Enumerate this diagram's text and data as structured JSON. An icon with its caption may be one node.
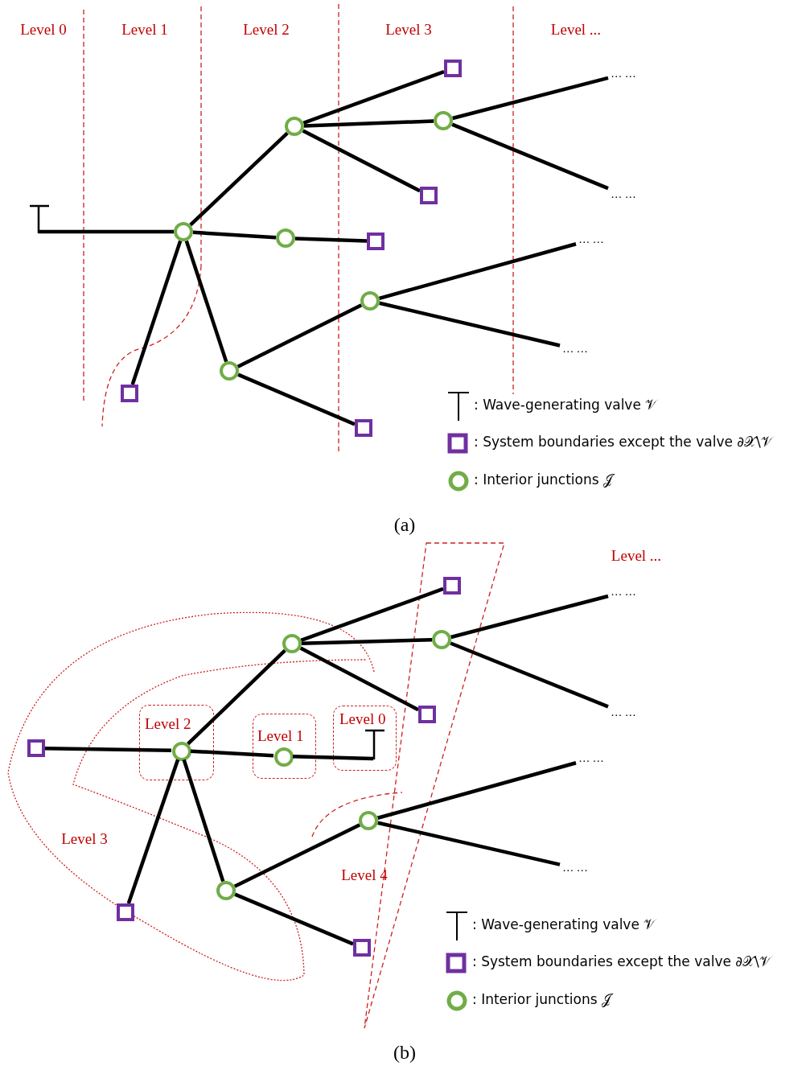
{
  "diagram": {
    "nodes": [
      {
        "text": [],
        "shape": "bar"
      },
      {
        "text": [],
        "shape": "circle"
      },
      {
        "text": [],
        "shape": "circle"
      },
      {
        "text": [],
        "shape": "box"
      },
      {
        "text": [],
        "shape": "circle"
      },
      {
        "text": [
          "… …"
        ]
      },
      {
        "text": [
          "… …"
        ]
      },
      {
        "text": [],
        "shape": "box"
      },
      {
        "text": [],
        "shape": "circle"
      },
      {
        "text": [],
        "shape": "box"
      },
      {
        "text": [],
        "shape": "circle"
      },
      {
        "text": [
          "… …"
        ]
      },
      {
        "text": [
          "… …"
        ]
      },
      {
        "text": [],
        "shape": "circle"
      },
      {
        "text": [],
        "shape": "box"
      },
      {
        "text": [],
        "shape": "box"
      },
      {
        "text": [],
        "shape": "box"
      },
      {
        "text": [
          "… …"
        ]
      },
      {
        "text": [],
        "shape": "circle"
      },
      {
        "text": [],
        "shape": "circle"
      },
      {
        "text": [
          "… …"
        ]
      },
      {
        "text": [],
        "shape": "box"
      },
      {
        "text": [
          "Level 2"
        ]
      },
      {
        "text": [],
        "shape": "circle",
        "in": 22
      },
      {
        "text": [
          "Level 1"
        ]
      },
      {
        "text": [],
        "shape": "circle",
        "in": 24
      },
      {
        "text": [
          "Level 0"
        ]
      },
      {
        "text": [],
        "shape": "bar",
        "in": 26
      },
      {
        "text": [],
        "shape": "box"
      },
      {
        "text": [
          "… …"
        ]
      },
      {
        "text": [],
        "shape": "circle"
      },
      {
        "text": [
          "… …"
        ]
      },
      {
        "text": [],
        "shape": "circle"
      },
      {
        "text": [],
        "shape": "box"
      },
      {
        "text": [],
        "shape": "box"
      }
    ],
    "edges": [
      {
        "from": 0,
        "to": 1,
        "arrow": "none"
      },
      {
        "from": 1,
        "to": 2,
        "arrow": "none"
      },
      {
        "from": 2,
        "to": 3,
        "arrow": "none"
      },
      {
        "from": 2,
        "to": 4,
        "arrow": "none"
      },
      {
        "from": 4,
        "to": 5,
        "arrow": "none"
      },
      {
        "from": 4,
        "to": 6,
        "arrow": "none"
      },
      {
        "from": 2,
        "to": 7,
        "arrow": "none"
      },
      {
        "from": 1,
        "to": 8,
        "arrow": "none"
      },
      {
        "from": 8,
        "to": 9,
        "arrow": "none"
      },
      {
        "from": 1,
        "to": 13,
        "arrow": "none"
      },
      {
        "from": 13,
        "to": 10,
        "arrow": "none"
      },
      {
        "from": 10,
        "to": 11,
        "arrow": "none"
      },
      {
        "from": 10,
        "to": 12,
        "arrow": "none"
      },
      {
        "from": 13,
        "to": 15,
        "arrow": "none"
      },
      {
        "from": 1,
        "to": 14,
        "arrow": "none"
      },
      {
        "from": 28,
        "to": 23,
        "arrow": "none"
      },
      {
        "from": 23,
        "to": 18,
        "arrow": "none"
      },
      {
        "from": 18,
        "to": 16,
        "arrow": "none"
      },
      {
        "from": 18,
        "to": 19,
        "arrow": "none"
      },
      {
        "from": 19,
        "to": 17,
        "arrow": "none"
      },
      {
        "from": 19,
        "to": 20,
        "arrow": "none"
      },
      {
        "from": 18,
        "to": 21,
        "arrow": "none"
      },
      {
        "from": 23,
        "to": 25,
        "arrow": "none"
      },
      {
        "from": 25,
        "to": 27,
        "arrow": "none"
      },
      {
        "from": 23,
        "to": 32,
        "arrow": "none"
      },
      {
        "from": 23,
        "to": 33,
        "arrow": "none"
      },
      {
        "from": 32,
        "to": 30,
        "arrow": "none"
      },
      {
        "from": 30,
        "to": 29,
        "arrow": "none"
      },
      {
        "from": 30,
        "to": 31,
        "arrow": "none"
      },
      {
        "from": 32,
        "to": 34,
        "arrow": "none"
      }
    ],
    "labels": [
      "Level 0",
      "Level 1",
      "Level 2",
      "Level 3",
      "Level ...",
      "(a)",
      "Level ...",
      "Level 3",
      "Level 4",
      "(b)"
    ],
    "legend": [
      {
        "text": ": Wave-generating valve 𝒱"
      },
      {
        "text": ": System boundaries except the valve ∂𝒳\\𝒱"
      },
      {
        "text": ":  Interior junctions 𝒥"
      },
      {
        "text": ": Wave-generating valve 𝒱"
      },
      {
        "text": ": System boundaries except the valve ∂𝒳\\𝒱"
      },
      {
        "text": ":  Interior junctions 𝒥"
      }
    ]
  }
}
